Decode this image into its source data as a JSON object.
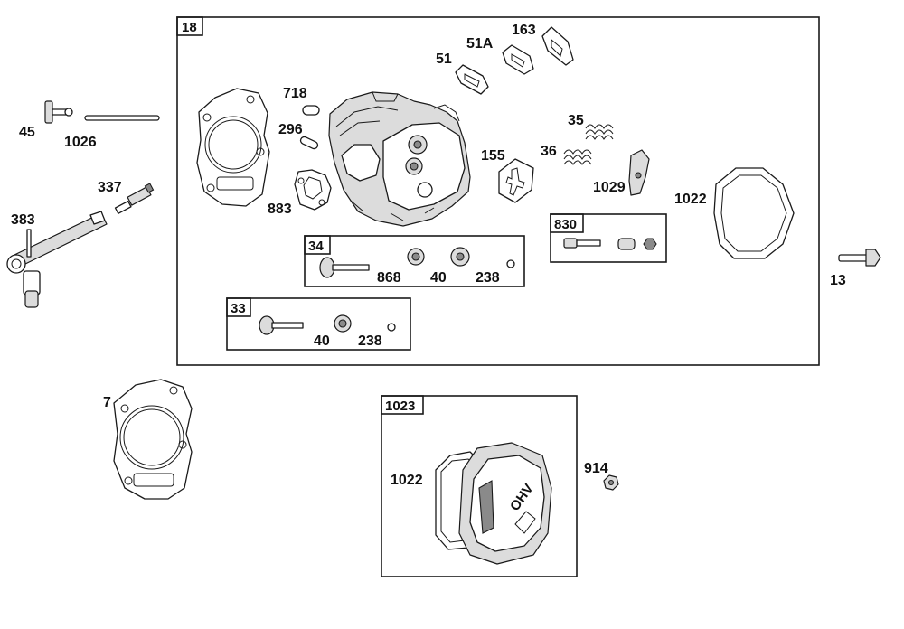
{
  "groups": {
    "g18": "18",
    "g34": "34",
    "g33": "33",
    "g830": "830",
    "g1023": "1023"
  },
  "labels": {
    "p718": "718",
    "p296": "296",
    "p883": "883",
    "p51": "51",
    "p51a": "51A",
    "p163": "163",
    "p35": "35",
    "p36": "36",
    "p155": "155",
    "p1029": "1029",
    "p1022a": "1022",
    "p1022b": "1022",
    "p868": "868",
    "p40a": "40",
    "p238a": "238",
    "p40b": "40",
    "p238b": "238",
    "p45": "45",
    "p1026": "1026",
    "p337": "337",
    "p383": "383",
    "p13": "13",
    "p7": "7",
    "p914": "914"
  },
  "cover_text": "OHV"
}
